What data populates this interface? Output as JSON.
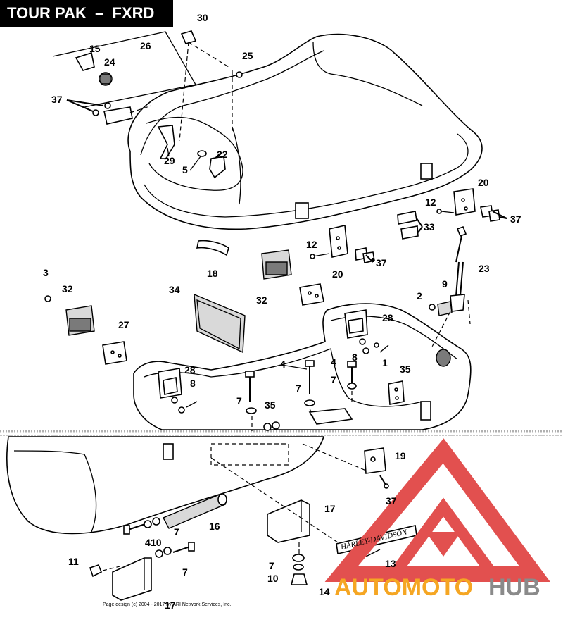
{
  "title": "TOUR PAK  –  FXRD",
  "callouts": [
    {
      "id": "c1",
      "label": "1"
    },
    {
      "id": "c2",
      "label": "2"
    },
    {
      "id": "c3",
      "label": "3"
    },
    {
      "id": "c4a",
      "label": "4"
    },
    {
      "id": "c4b",
      "label": "4"
    },
    {
      "id": "c4c",
      "label": "4"
    },
    {
      "id": "c5",
      "label": "5"
    },
    {
      "id": "c7a",
      "label": "7"
    },
    {
      "id": "c7b",
      "label": "7"
    },
    {
      "id": "c7c",
      "label": "7"
    },
    {
      "id": "c7d",
      "label": "7"
    },
    {
      "id": "c7e",
      "label": "7"
    },
    {
      "id": "c7f",
      "label": "7"
    },
    {
      "id": "c8a",
      "label": "8"
    },
    {
      "id": "c8b",
      "label": "8"
    },
    {
      "id": "c9",
      "label": "9"
    },
    {
      "id": "c10a",
      "label": "10"
    },
    {
      "id": "c10b",
      "label": "10"
    },
    {
      "id": "c11",
      "label": "11"
    },
    {
      "id": "c12a",
      "label": "12"
    },
    {
      "id": "c12b",
      "label": "12"
    },
    {
      "id": "c13",
      "label": "13"
    },
    {
      "id": "c14",
      "label": "14"
    },
    {
      "id": "c15",
      "label": "15"
    },
    {
      "id": "c16",
      "label": "16"
    },
    {
      "id": "c17a",
      "label": "17"
    },
    {
      "id": "c17b",
      "label": "17"
    },
    {
      "id": "c18",
      "label": "18"
    },
    {
      "id": "c19",
      "label": "19"
    },
    {
      "id": "c20a",
      "label": "20"
    },
    {
      "id": "c20b",
      "label": "20"
    },
    {
      "id": "c22",
      "label": "22"
    },
    {
      "id": "c23",
      "label": "23"
    },
    {
      "id": "c24",
      "label": "24"
    },
    {
      "id": "c25",
      "label": "25"
    },
    {
      "id": "c26",
      "label": "26"
    },
    {
      "id": "c27",
      "label": "27"
    },
    {
      "id": "c28a",
      "label": "28"
    },
    {
      "id": "c28b",
      "label": "28"
    },
    {
      "id": "c29",
      "label": "29"
    },
    {
      "id": "c30",
      "label": "30"
    },
    {
      "id": "c32a",
      "label": "32"
    },
    {
      "id": "c32b",
      "label": "32"
    },
    {
      "id": "c33",
      "label": "33"
    },
    {
      "id": "c34",
      "label": "34"
    },
    {
      "id": "c35a",
      "label": "35"
    },
    {
      "id": "c35b",
      "label": "35"
    },
    {
      "id": "c37a",
      "label": "37"
    },
    {
      "id": "c37b",
      "label": "37"
    },
    {
      "id": "c37c",
      "label": "37"
    },
    {
      "id": "c37d",
      "label": "37"
    }
  ],
  "emblem_text": "HARLEY-DAVIDSON",
  "copyright": "Page design (c) 2004 - 2017 by ARI Network Services, Inc.",
  "watermark": {
    "part1": "AUTOMOTO",
    "part2": "HUB",
    "color_red": "#e2504f",
    "color_orange": "#f5a623",
    "color_gray": "#8a8a8a"
  }
}
